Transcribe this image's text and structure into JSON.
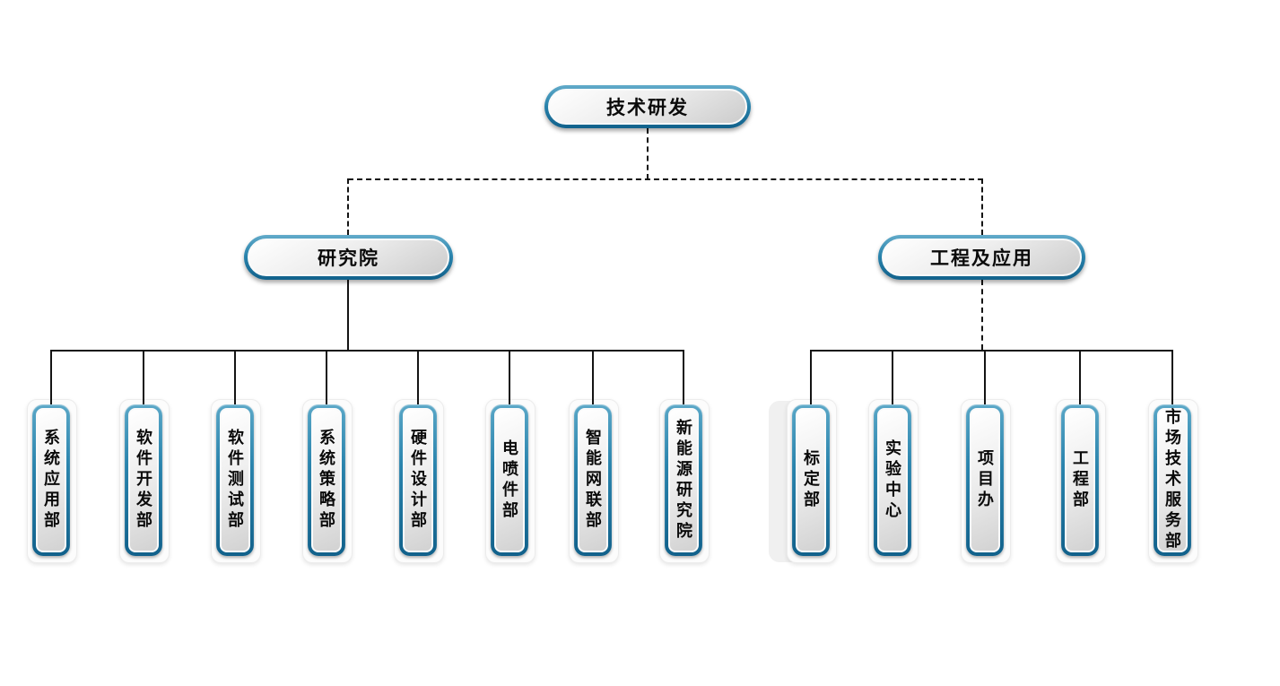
{
  "colors": {
    "node_border_teal": "#2a84ad",
    "node_border_teal_dark": "#11618b",
    "node_fill_light": "#ffffff",
    "node_fill_dark": "#cccccc",
    "connector_line": "#141414",
    "background": "#ffffff"
  },
  "org": {
    "root": {
      "label": "技术研发"
    },
    "branches": [
      {
        "label": "研究院",
        "children": [
          "系统应用部",
          "软件开发部",
          "软件测试部",
          "系统策略部",
          "硬件设计部",
          "电喷件部",
          "智能网联部",
          "新能源研究院"
        ]
      },
      {
        "label": "工程及应用",
        "children": [
          "标定部",
          "实验中心",
          "项目办",
          "工程部",
          "市场技术服务部"
        ]
      }
    ]
  }
}
